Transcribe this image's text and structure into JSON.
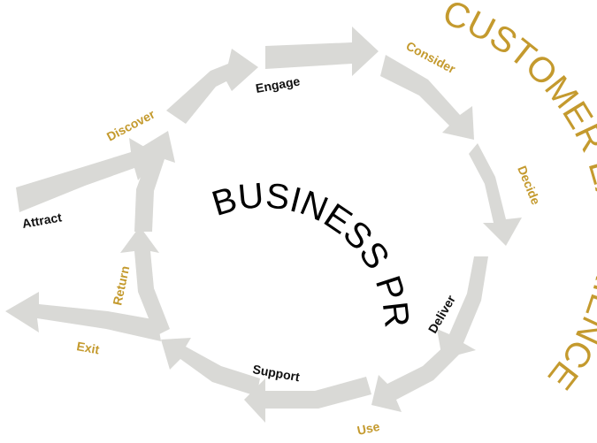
{
  "diagram": {
    "center_text": "BUSINESS PROCESS",
    "outer_text": "CUSTOMER EXPERIENCE",
    "colors": {
      "arrow": "#d9d9d6",
      "dark_label": "#111111",
      "gold_label": "#c49a2e",
      "center_text": "#000000",
      "outer_text": "#c49a2e"
    },
    "stages": {
      "engage": "Engage",
      "consider": "Consider",
      "decide": "Decide",
      "deliver": "Deliver",
      "use": "Use",
      "support": "Support",
      "exit": "Exit",
      "return": "Return",
      "attract": "Attract",
      "discover": "Discover"
    }
  }
}
